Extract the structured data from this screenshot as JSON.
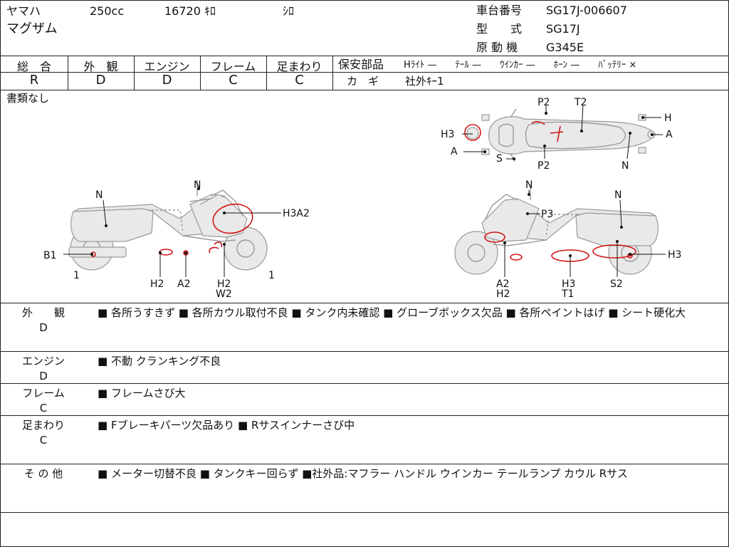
{
  "header": {
    "maker": "ヤマハ",
    "displacement": "250cc",
    "mileage": "16720 ｷﾛ",
    "color": "ｼﾛ",
    "model": "マグザム",
    "frame_no_label": "車台番号",
    "frame_no": "SG17J-006607",
    "type_label": "型　　式",
    "type": "SG17J",
    "engine_label": "原 動 機",
    "engine": "G345E"
  },
  "grades": [
    {
      "label": "総　合",
      "value": "R"
    },
    {
      "label": "外　観",
      "value": "D"
    },
    {
      "label": "エンジン",
      "value": "D"
    },
    {
      "label": "フレーム",
      "value": "C"
    },
    {
      "label": "足まわり",
      "value": "C"
    }
  ],
  "safety": {
    "title": "保安部品",
    "items": "Hﾗｲﾄ —　　ﾃｰﾙ —　　ｳｲﾝｶｰ —　　ﾎｰﾝ —　　ﾊﾞｯﾃﾘｰ ×",
    "key_label": "カ　ギ",
    "key_value": "社外ｷｰ1"
  },
  "documents": "書類なし",
  "diagram_labels": {
    "top": [
      "P2",
      "T2",
      "H",
      "H3",
      "A",
      "A",
      "S",
      "P2",
      "N"
    ],
    "left": [
      "N",
      "N",
      "H3A2",
      "B1",
      "1",
      "H2",
      "A2",
      "H2",
      "W2",
      "1"
    ],
    "right": [
      "N",
      "N",
      "P3",
      "H3",
      "A2",
      "H2",
      "H3",
      "T1",
      "S2"
    ]
  },
  "sections": [
    {
      "label": "外　　観",
      "grade": "D",
      "text": "■ 各所うすきず ■ 各所カウル取付不良 ■ タンク内未確認 ■ グローブボックス欠品 ■ 各所ペイントはげ ■ シート硬化大"
    },
    {
      "label": "エンジン",
      "grade": "D",
      "text": "■ 不動 クランキング不良"
    },
    {
      "label": "フレーム",
      "grade": "C",
      "text": "■ フレームさび大"
    },
    {
      "label": "足まわり",
      "grade": "C",
      "text": "■ Fブレーキパーツ欠品あり ■ Rサスインナーさび中"
    },
    {
      "label": "そ の 他",
      "grade": "",
      "text": "■ メーター切替不良 ■ タンクキー回らず ■社外品:マフラー ハンドル ウインカー テールランプ カウル Rサス"
    }
  ],
  "colors": {
    "line": "#222222",
    "damage_mark": "#d21414",
    "bike_outline": "#9a9a9a"
  }
}
